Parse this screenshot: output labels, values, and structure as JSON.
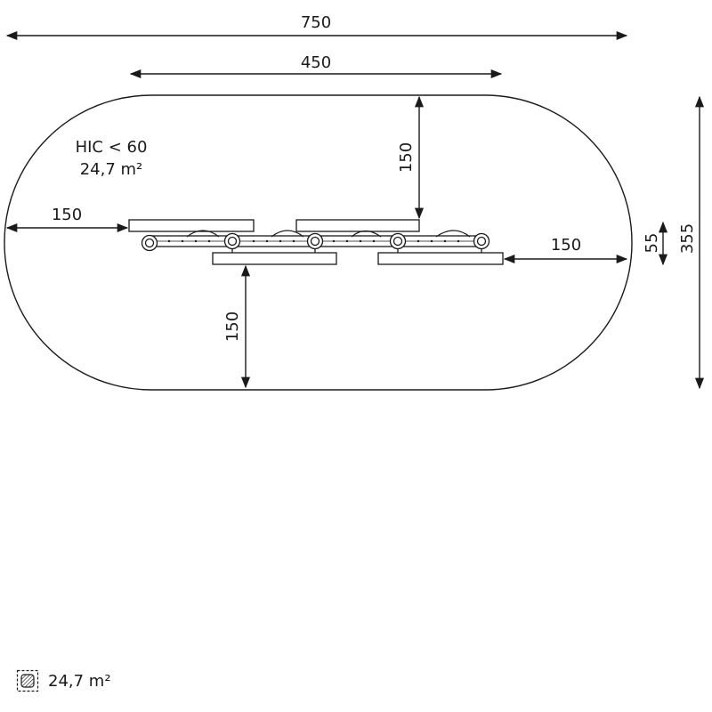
{
  "dimensions": {
    "total_length": "750",
    "equipment_length": "450",
    "clearance_top": "150",
    "clearance_left": "150",
    "clearance_right": "150",
    "clearance_bottom": "150",
    "equipment_width": "55",
    "total_width": "355"
  },
  "safety_zone": {
    "hic_label": "HIC < 60",
    "area_label": "24,7 m²"
  },
  "legend": {
    "icon": "hatched-area-icon",
    "area": "24,7 m²"
  },
  "colors": {
    "line": "#1a1a1a",
    "equipment_fill": "#ffffff"
  }
}
